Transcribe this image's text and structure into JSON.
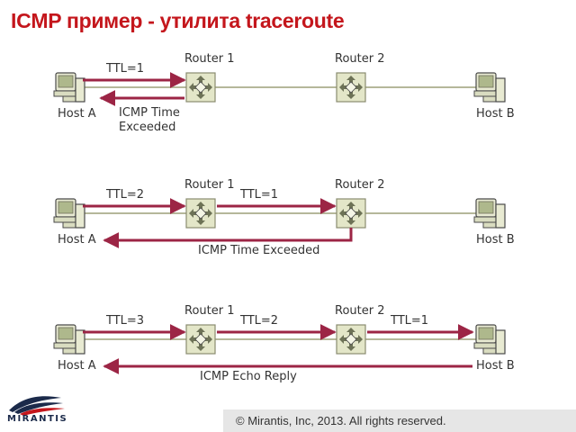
{
  "title": "ICMP пример - утилита traceroute",
  "colors": {
    "title": "#c4161c",
    "line": "#b5b79a",
    "arrow": "#9c2545",
    "device": "#e3e6c8"
  },
  "rows": [
    {
      "host_a": "Host A",
      "host_b": "Host B",
      "router1": "Router 1",
      "router2": "Router 2",
      "ttl_labels": [
        "TTL=1"
      ],
      "reply": [
        "ICMP Time",
        "Exceeded"
      ]
    },
    {
      "host_a": "Host A",
      "host_b": "Host B",
      "router1": "Router 1",
      "router2": "Router 2",
      "ttl_labels": [
        "TTL=2",
        "TTL=1"
      ],
      "reply": [
        "ICMP Time Exceeded"
      ]
    },
    {
      "host_a": "Host A",
      "host_b": "Host B",
      "router1": "Router 1",
      "router2": "Router 2",
      "ttl_labels": [
        "TTL=3",
        "TTL=2",
        "TTL=1"
      ],
      "reply": [
        "ICMP Echo Reply"
      ]
    }
  ],
  "logo": {
    "name": "MIRANTIS"
  },
  "footer": {
    "copyright": "© Mirantis, Inc, 2013. All rights reserved."
  }
}
